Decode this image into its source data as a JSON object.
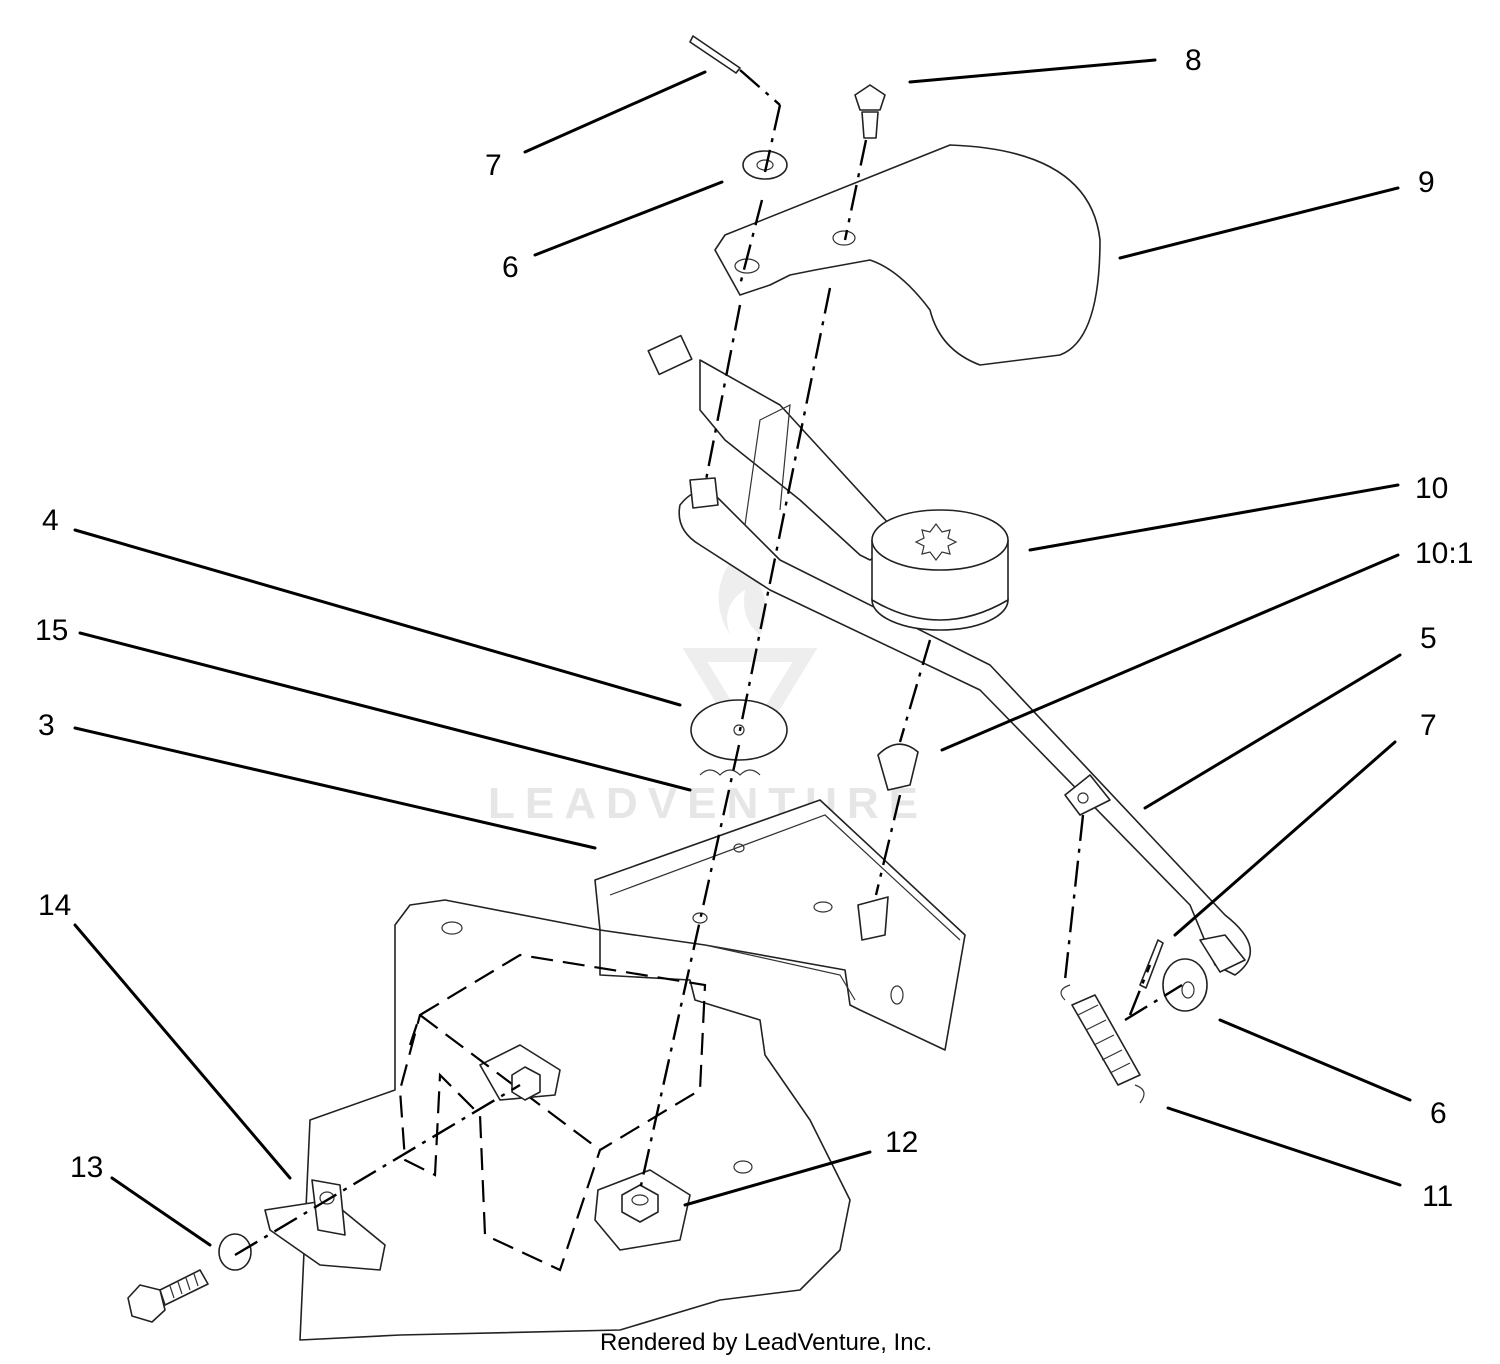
{
  "diagram": {
    "callouts": {
      "c7_top": "7",
      "c8": "8",
      "c9": "9",
      "c6_top": "6",
      "c10": "10",
      "c10_1": "10:1",
      "c4": "4",
      "c15": "15",
      "c5": "5",
      "c3": "3",
      "c7_right": "7",
      "c14": "14",
      "c6_right": "6",
      "c12": "12",
      "c13": "13",
      "c11": "11"
    },
    "watermark": "LEADVENTURE",
    "credit": "Rendered by LeadVenture, Inc."
  }
}
